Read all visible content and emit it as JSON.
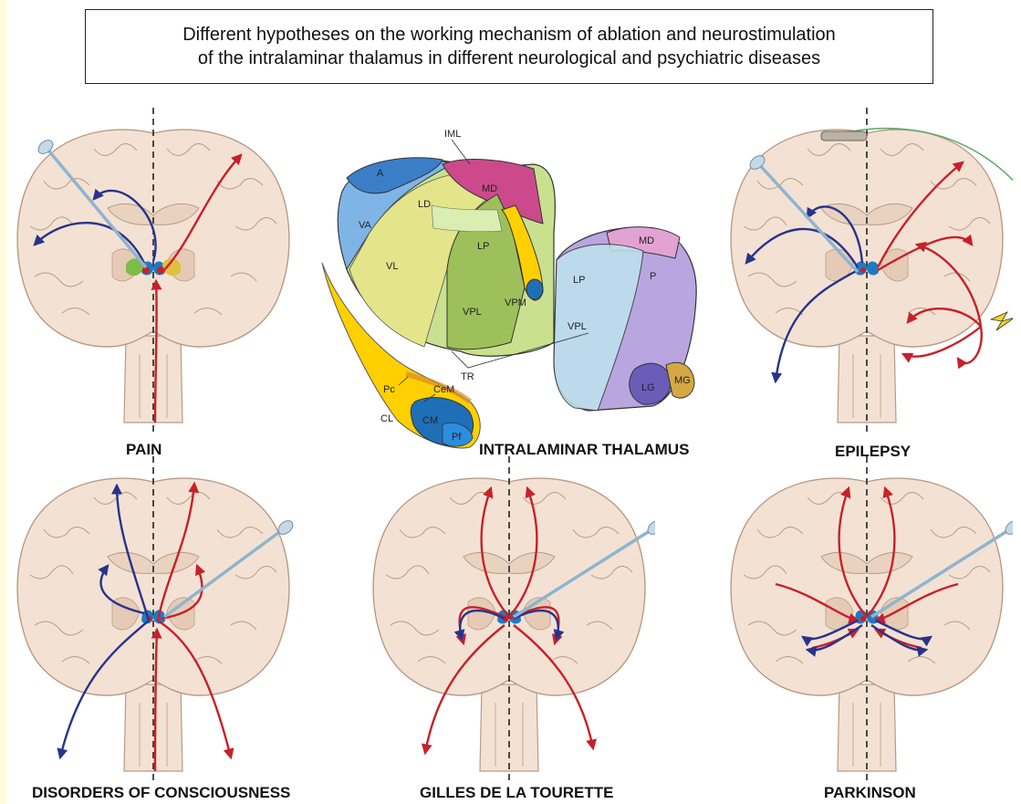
{
  "title": {
    "line1": "Different hypotheses on the working mechanism of ablation and neurostimulation",
    "line2": "of the intralaminar thalamus in different neurological and psychiatric diseases"
  },
  "panels": {
    "pain": "PAIN",
    "thalamus": "INTRALAMINAR THALAMUS",
    "epilepsy": "EPILEPSY",
    "consciousness": "DISORDERS OF CONSCIOUSNESS",
    "tourette": "GILLES DE LA TOURETTE",
    "parkinson": "PARKINSON"
  },
  "nuclei": {
    "IML": "IML",
    "A": "A",
    "MD": "MD",
    "LD": "LD",
    "VA": "VA",
    "VL": "VL",
    "LP": "LP",
    "VPL": "VPL",
    "VPM": "VPM",
    "TR": "TR",
    "MD2": "MD",
    "P": "P",
    "LP2": "LP",
    "VPL2": "VPL",
    "LG": "LG",
    "MG": "MG",
    "Pc": "Pc",
    "CeM": "CeM",
    "CL": "CL",
    "CM": "CM",
    "Pf": "Pf"
  },
  "colors": {
    "brain": "#f3e2d3",
    "brain_edge": "#b89a86",
    "red_path": "#c8202a",
    "blue_path": "#27338c",
    "nucleus_blue": "#1f7ac4"
  }
}
